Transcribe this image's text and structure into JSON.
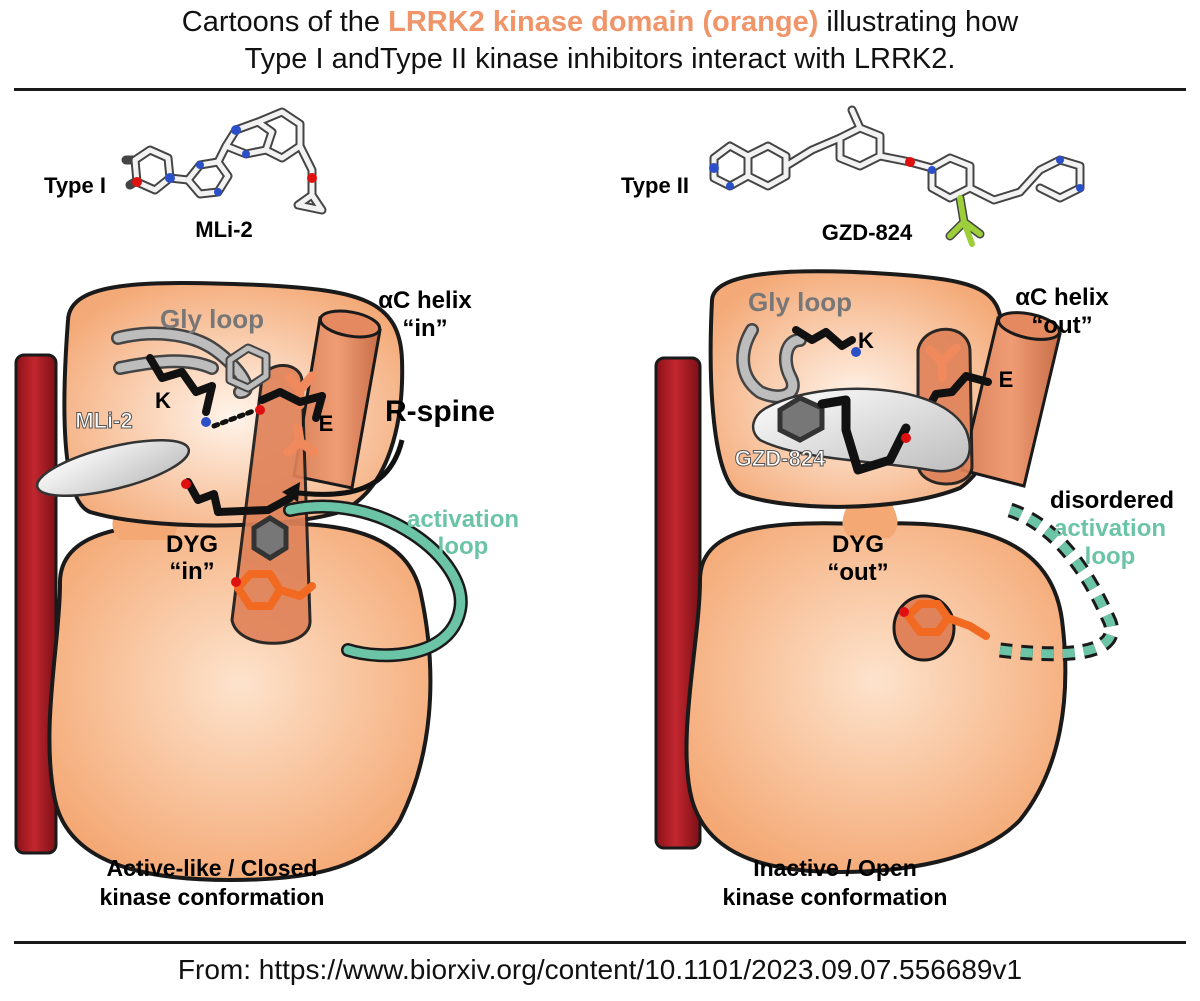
{
  "header": {
    "line1_pre": "Cartoons of the ",
    "line1_highlight": "LRRK2 kinase domain (orange)",
    "line1_post": " illustrating how",
    "line2": "Type I andType II kinase inhibitors interact with LRRK2."
  },
  "colors": {
    "kinase_orange": "#f5b07e",
    "kinase_orange_dark": "#e07a4b",
    "helix_red": "#b5202a",
    "activation_loop_teal": "#6cc4a6",
    "tyrosine_orange": "#f26a21",
    "highlight_text": "#f0956a"
  },
  "left_panel": {
    "inhibitor_type": "Type I",
    "inhibitor_name": "MLi-2",
    "gly_loop": "Gly loop",
    "helix_line1": "αC helix",
    "helix_line2": "“in”",
    "lysine": "K",
    "glutamate": "E",
    "ligand_label": "MLi-2",
    "r_spine": "R-spine",
    "activation_line1": "activation",
    "activation_line2": "loop",
    "dyg_line1": "DYG",
    "dyg_line2": "“in”",
    "caption_line1": "Active-like / Closed",
    "caption_line2": "kinase conformation"
  },
  "right_panel": {
    "inhibitor_type": "Type II",
    "inhibitor_name": "GZD-824",
    "gly_loop": "Gly loop",
    "helix_line1": "αC helix",
    "helix_line2": "“out”",
    "lysine": "K",
    "glutamate": "E",
    "ligand_label": "GZD-824",
    "disordered_line1": "disordered",
    "disordered_line2": "activation",
    "disordered_line3": "loop",
    "dyg_line1": "DYG",
    "dyg_line2": "“out”",
    "caption_line1": "Inactive / Open",
    "caption_line2": "kinase conformation"
  },
  "footer": {
    "source": "From: https://www.biorxiv.org/content/10.1101/2023.09.07.556689v1"
  }
}
